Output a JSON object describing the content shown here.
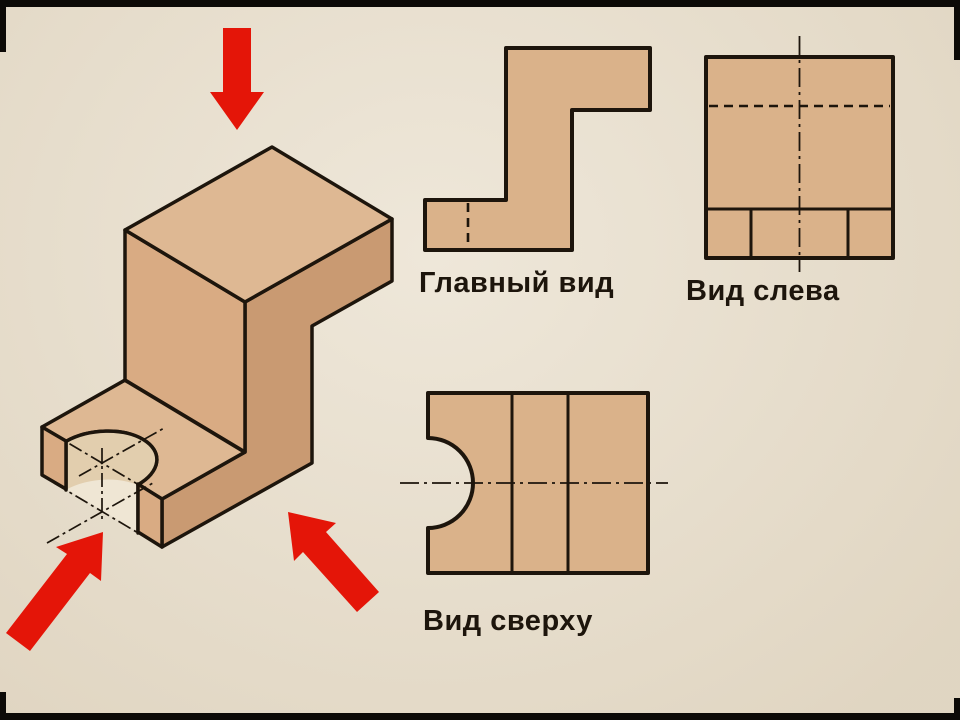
{
  "views": {
    "front": {
      "label": "Главный вид"
    },
    "left": {
      "label": "Вид слева"
    },
    "top": {
      "label": "Вид сверху"
    }
  },
  "icons": {
    "arrows": "view-direction-arrow"
  },
  "colors": {
    "background": "#e8decb",
    "ink": "#1d150c",
    "arrow_red": "#e41508",
    "face_top": "#deb893",
    "face_front": "#d9ab83",
    "face_side": "#c99a72",
    "notch_light": "#efe6d4",
    "notch_inner": "#e2ceae",
    "view_fill": "#dab28a",
    "frame_black": "#0c0a07"
  }
}
